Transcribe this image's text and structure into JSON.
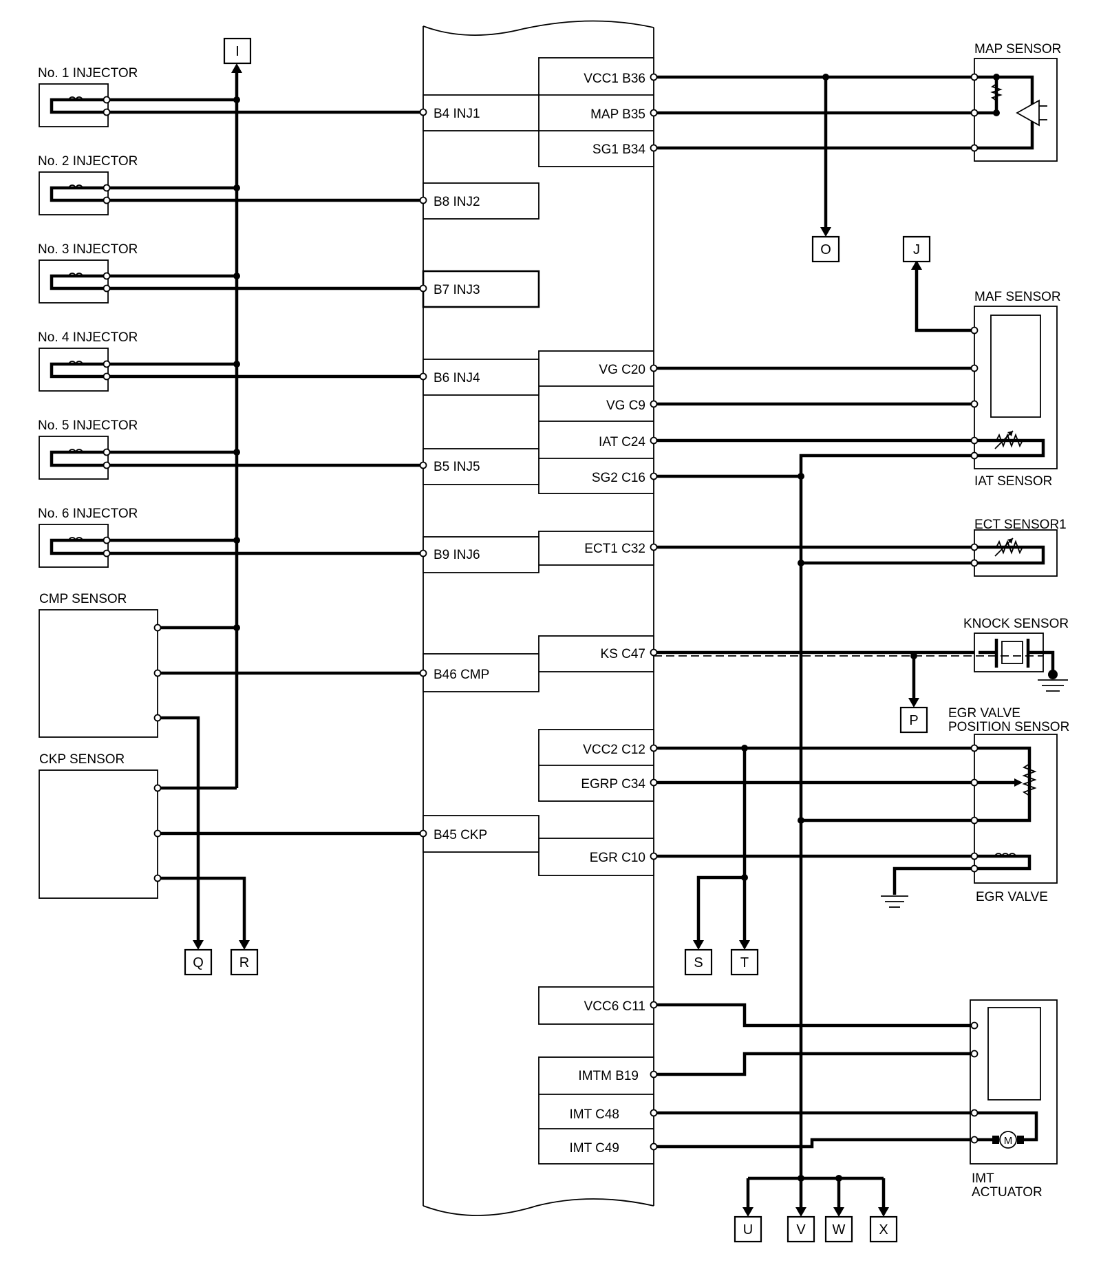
{
  "components": {
    "injector1": "No. 1 INJECTOR",
    "injector2": "No. 2 INJECTOR",
    "injector3": "No. 3 INJECTOR",
    "injector4": "No. 4 INJECTOR",
    "injector5": "No. 5 INJECTOR",
    "injector6": "No. 6 INJECTOR",
    "cmp_sensor": "CMP SENSOR",
    "ckp_sensor": "CKP SENSOR",
    "map_sensor": "MAP SENSOR",
    "maf_sensor": "MAF SENSOR",
    "iat_sensor": "IAT SENSOR",
    "ect_sensor": "ECT SENSOR1",
    "knock_sensor": "KNOCK SENSOR",
    "egr_sensor_line1": "EGR VALVE",
    "egr_sensor_line2": "POSITION SENSOR",
    "egr_valve": "EGR VALVE",
    "imt_line1": "IMT",
    "imt_line2": "ACTUATOR"
  },
  "ecm_left_pins": {
    "inj1": "B4 INJ1",
    "inj2": "B8 INJ2",
    "inj3": "B7 INJ3",
    "inj4": "B6 INJ4",
    "inj5": "B5 INJ5",
    "inj6": "B9 INJ6",
    "cmp": "B46 CMP",
    "ckp": "B45 CKP"
  },
  "ecm_right_pins": {
    "vcc1": "VCC1 B36",
    "map": "MAP B35",
    "sg1": "SG1 B34",
    "vg_a": "VG C20",
    "vg_b": "VG C9",
    "iat": "IAT C24",
    "sg2": "SG2 C16",
    "ect1": "ECT1 C32",
    "ks": "KS C47",
    "vcc2": "VCC2 C12",
    "egrp": "EGRP C34",
    "egr": "EGR C10",
    "vcc6": "VCC6 C11",
    "imtm": "IMTM B19",
    "imt_a": "IMT C48",
    "imt_b": "IMT C49"
  },
  "connectors": {
    "I": "I",
    "O": "O",
    "J": "J",
    "P": "P",
    "Q": "Q",
    "R": "R",
    "S": "S",
    "T": "T",
    "U": "U",
    "V": "V",
    "W": "W",
    "X": "X"
  }
}
